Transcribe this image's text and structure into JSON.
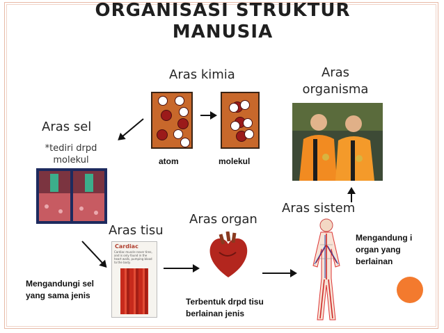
{
  "slide": {
    "title": "ORGANISASI STRUKTUR MANUSIA",
    "levels": {
      "chemical": "Aras kimia",
      "organism": "Aras organisma",
      "cell": "Aras sel",
      "tissue": "Aras tisu",
      "organ": "Aras organ",
      "system": "Aras sistem"
    },
    "notes": {
      "cell_note": "*tediri drpd molekul",
      "atom": "atom",
      "molecule": "molekul",
      "tissue_desc": "Mengandungi sel yang sama jenis",
      "organ_desc": "Terbentuk drpd tisu berlainan jenis",
      "system_desc": "Mengandung i organ yang berlainan"
    },
    "tissue_card": {
      "heading": "Cardiac",
      "text": "Cardiac muscle never tires, and is only found in the heart walls, pumping blood to the body."
    },
    "colors": {
      "accent": "#f37a2e",
      "box": "#c8682b",
      "muscle": "#c72a1c"
    }
  }
}
